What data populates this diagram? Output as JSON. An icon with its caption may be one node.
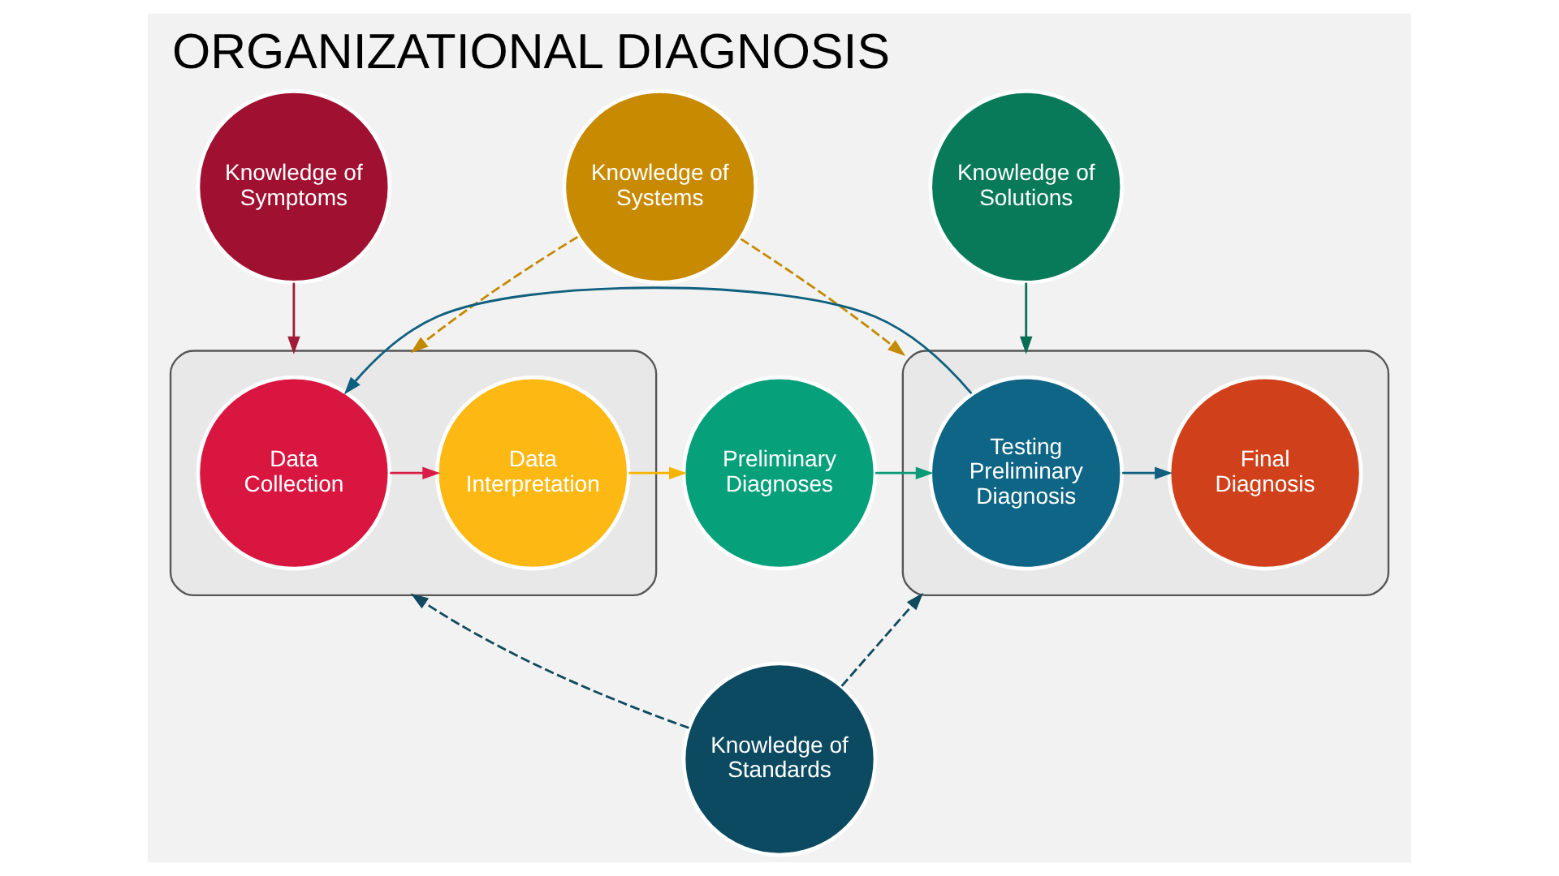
{
  "diagram": {
    "title": "ORGANIZATIONAL DIAGNOSIS",
    "nodes": [
      {
        "text": [
          "Knowledge of Symptoms"
        ]
      },
      {
        "text": [
          "Knowledge of Systems"
        ]
      },
      {
        "text": [
          "Knowledge of Solutions"
        ]
      },
      {
        "text": [],
        "shape": "box"
      },
      {
        "text": [
          "Data Collection"
        ],
        "in": 3
      },
      {
        "text": [
          "Data Interpretation"
        ],
        "in": 3
      },
      {
        "text": [
          "Preliminary Diagnoses"
        ]
      },
      {
        "text": [],
        "shape": "box"
      },
      {
        "text": [
          "Testing Preliminary Diagnosis"
        ],
        "in": 7
      },
      {
        "text": [
          "Final Diagnosis"
        ],
        "in": 7
      },
      {
        "text": [
          "Knowledge of Standards"
        ]
      }
    ],
    "edges": [
      {
        "from": 0,
        "to": 3,
        "arrow": "to",
        "color": "#a01c3a"
      },
      {
        "from": 1,
        "to": 3,
        "arrow": "to",
        "style": "dashed",
        "color": "#c48a00"
      },
      {
        "from": 1,
        "to": 7,
        "arrow": "to",
        "style": "dashed",
        "color": "#c48a00"
      },
      {
        "from": 2,
        "to": 7,
        "arrow": "to",
        "color": "#0a6e55"
      },
      {
        "from": 4,
        "to": 5,
        "arrow": "to",
        "color": "#d81e46"
      },
      {
        "from": 5,
        "to": 6,
        "arrow": "to",
        "color": "#f5b400"
      },
      {
        "from": 6,
        "to": 8,
        "arrow": "to",
        "color": "#0a9a78"
      },
      {
        "from": 8,
        "to": 9,
        "arrow": "to",
        "color": "#0f5f7e"
      },
      {
        "from": 8,
        "to": 4,
        "arrow": "to",
        "color": "#0f5f7e"
      },
      {
        "from": 10,
        "to": 3,
        "arrow": "to",
        "style": "dashed",
        "color": "#0f4a5e"
      },
      {
        "from": 10,
        "to": 7,
        "arrow": "to",
        "style": "dashed",
        "color": "#0f4a5e"
      }
    ]
  }
}
